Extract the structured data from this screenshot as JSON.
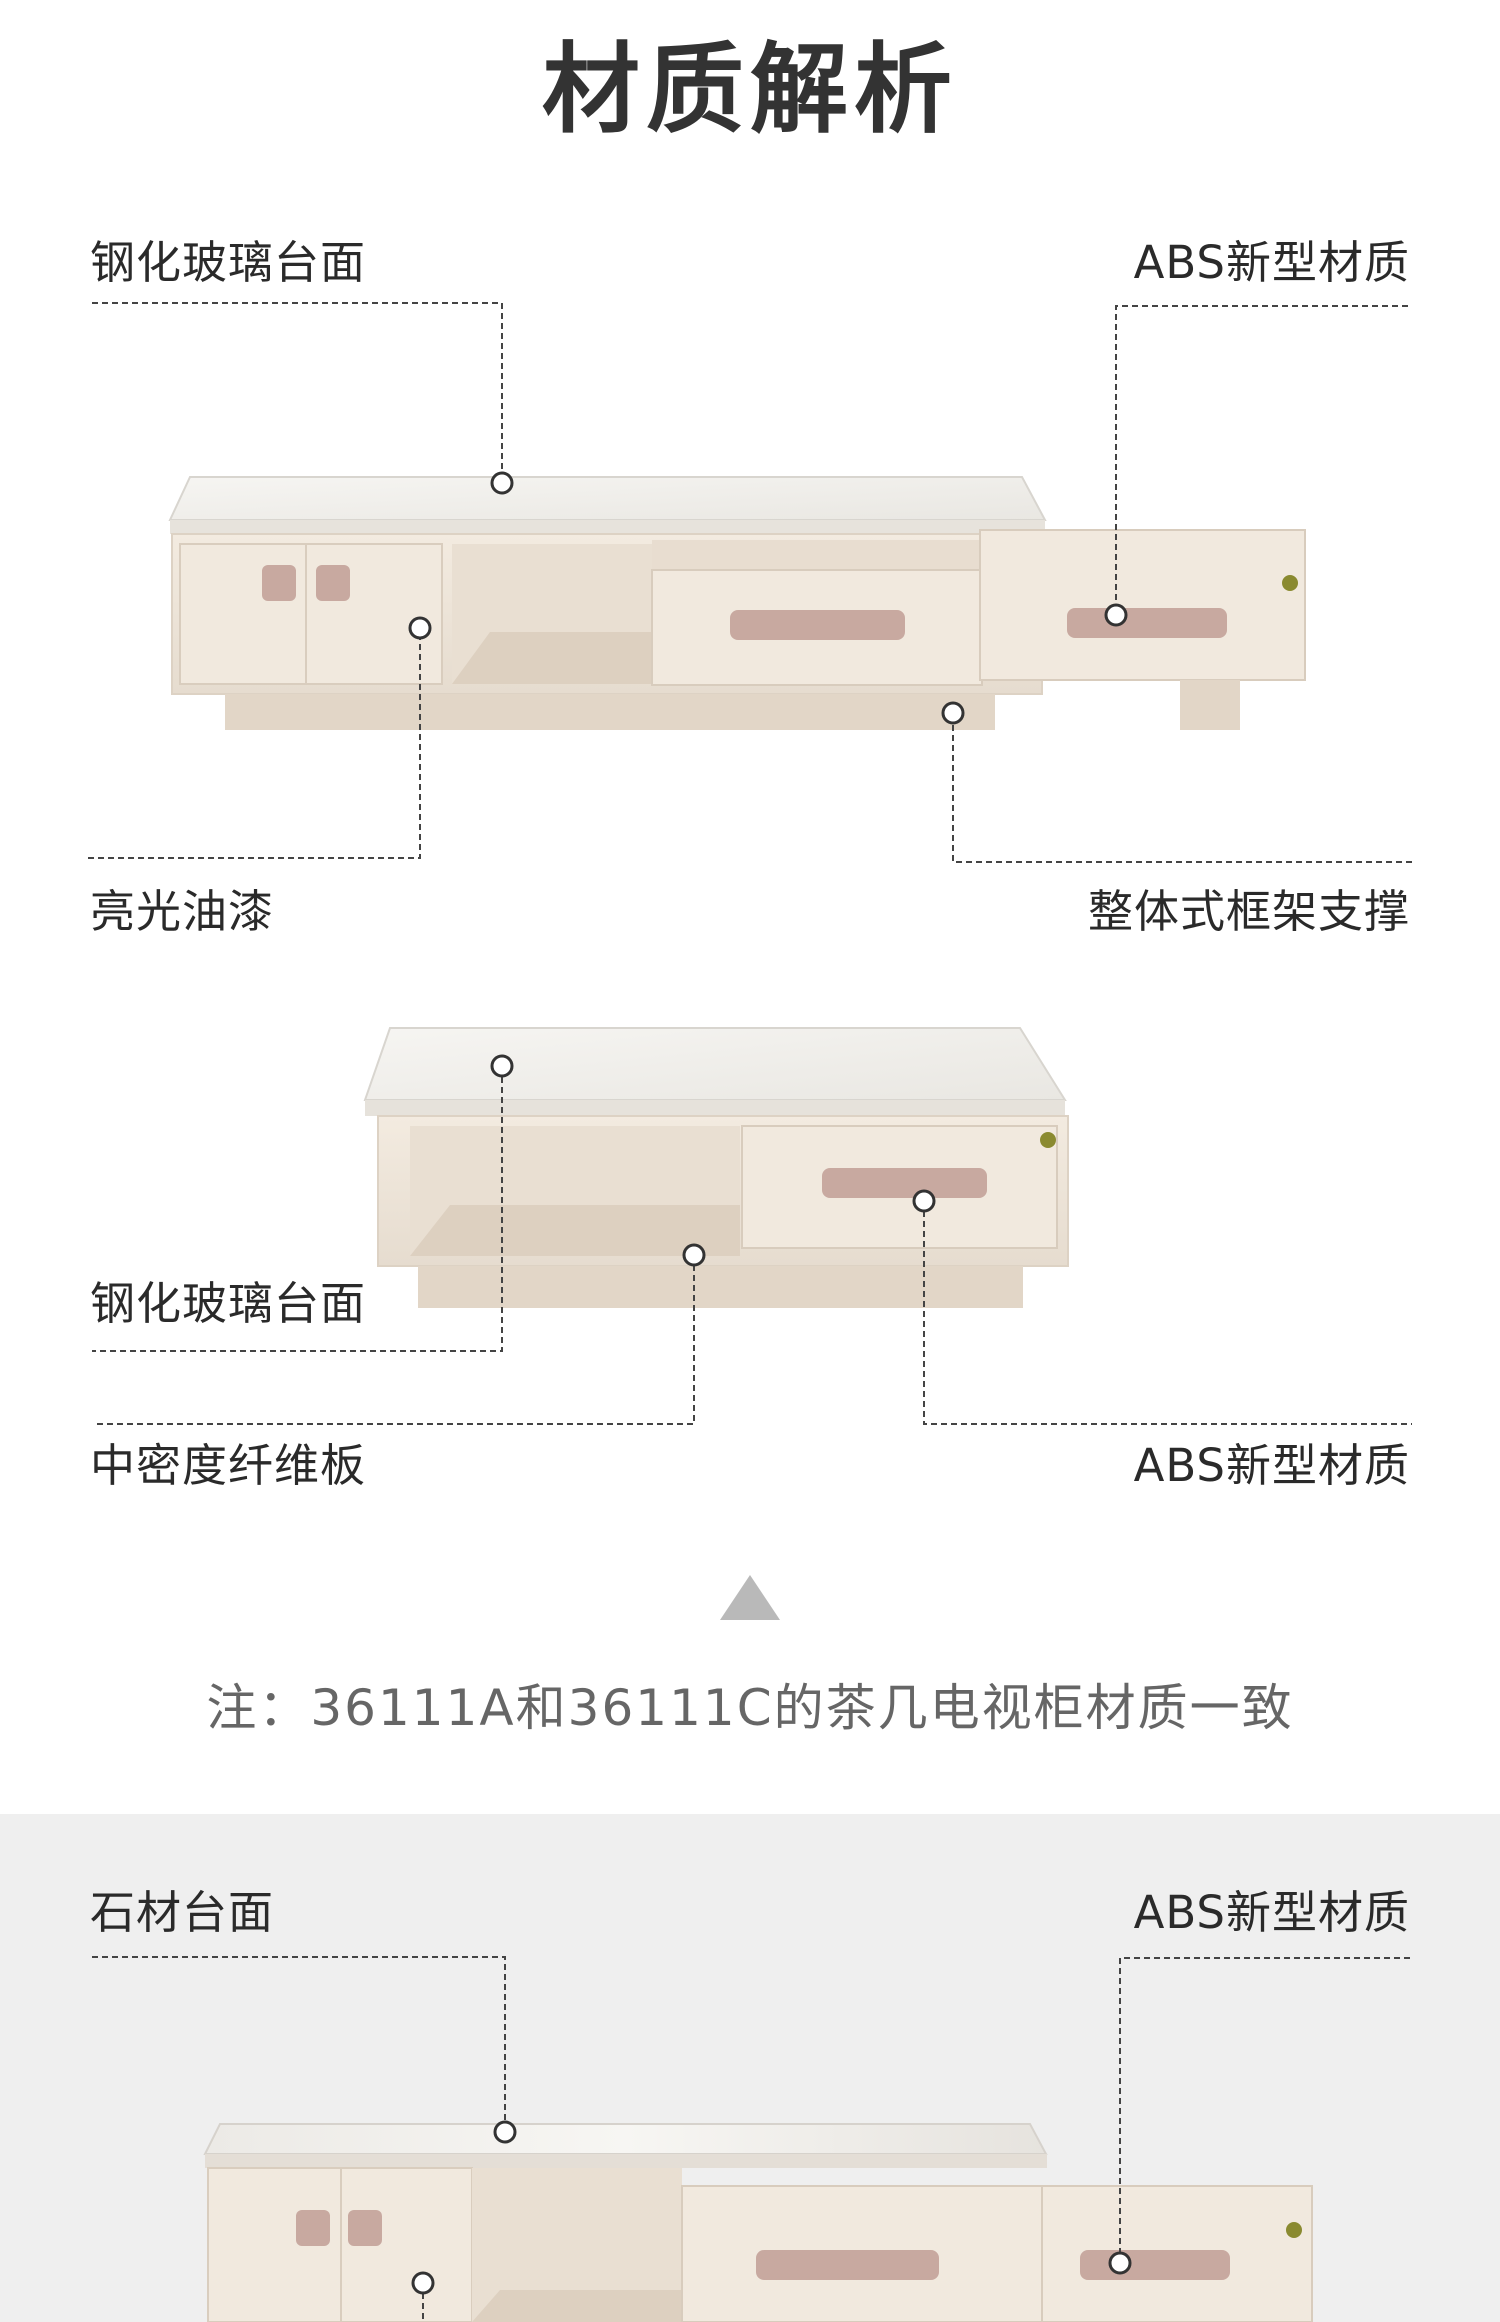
{
  "page": {
    "title": "材质解析",
    "note": "注：36111A和36111C的茶几电视柜材质一致"
  },
  "section1": {
    "labels": {
      "top_left": "钢化玻璃台面",
      "top_right": "ABS新型材质",
      "bottom_left": "亮光油漆",
      "bottom_right": "整体式框架支撑"
    }
  },
  "section2": {
    "labels": {
      "left_upper": "钢化玻璃台面",
      "left_lower": "中密度纤维板",
      "right_lower": "ABS新型材质"
    }
  },
  "section3": {
    "labels": {
      "top_left": "石材台面",
      "top_right": "ABS新型材质"
    }
  },
  "colors": {
    "cabinet_body": "#efe6da",
    "cabinet_shade": "#dccfbf",
    "glass_top": "#f3f2ef",
    "handle": "#c7a8a0",
    "gray_section": "#efefef",
    "callout_line": "#444444"
  }
}
